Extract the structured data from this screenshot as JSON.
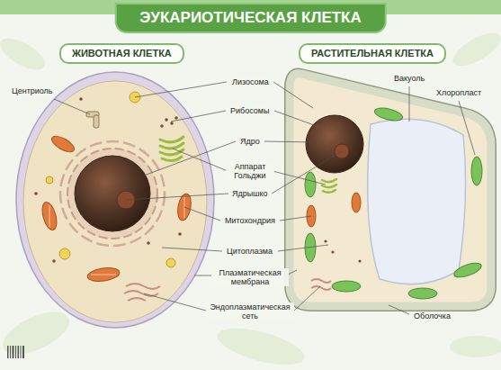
{
  "diagram": {
    "title": "ЭУКАРИОТИЧЕСКАЯ КЛЕТКА",
    "nodes": [
      {
        "text": [
          "ЖИВОТНАЯ КЛЕТКА"
        ]
      },
      {
        "text": [
          "РАСТИТЕЛЬНАЯ КЛЕТКА"
        ]
      }
    ],
    "labels": [
      "Центриоль",
      "Лизосома",
      "Рибосомы",
      "Ядро",
      "Аппарат Гольджи",
      "Ядрышко",
      "Митохондрия",
      "Цитоплазма",
      "Плазматическая мембрана",
      "Эндоплазматическая сеть",
      "Вакуоль",
      "Хлоропласт",
      "Оболочка"
    ]
  }
}
